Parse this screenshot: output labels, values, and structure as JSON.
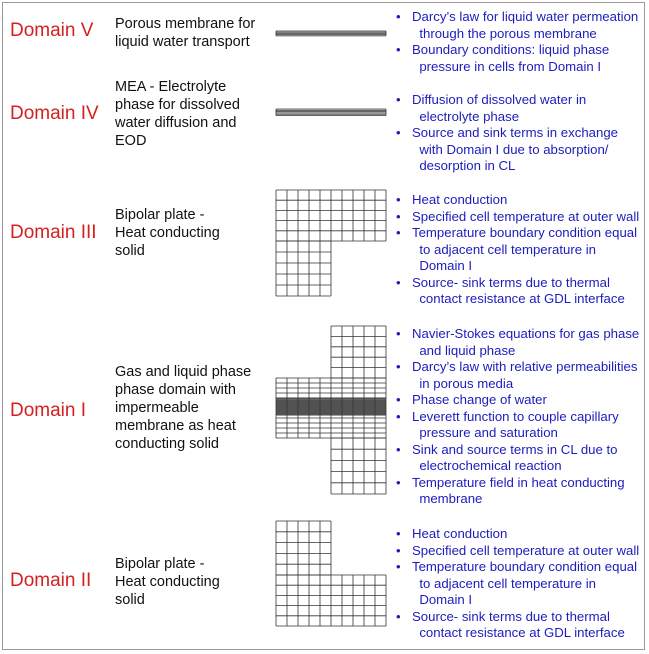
{
  "domains": [
    {
      "name": "Domain V",
      "description": [
        "Porous membrane for",
        "liquid water transport"
      ],
      "bullets": [
        "Darcy’s law for liquid water permeation\n  through the porous membrane",
        "Boundary conditions: liquid phase\n  pressure in cells from Domain I"
      ]
    },
    {
      "name": "Domain IV",
      "description": [
        "MEA - Electrolyte",
        "phase for dissolved",
        "water diffusion and",
        "EOD"
      ],
      "bullets": [
        "Diffusion of dissolved water in\n  electrolyte phase",
        "Source and sink terms in exchange\n  with Domain I due to absorption/\n  desorption in CL"
      ]
    },
    {
      "name": "Domain III",
      "description": [
        "Bipolar plate -",
        "Heat conducting",
        "solid"
      ],
      "bullets": [
        "Heat conduction",
        "Specified cell temperature at outer wall",
        "Temperature boundary condition equal\n  to adjacent cell temperature in\n  Domain I",
        "Source- sink terms due to thermal\n  contact resistance at GDL interface"
      ]
    },
    {
      "name": "Domain I",
      "description": [
        "Gas and liquid phase",
        "phase domain with",
        "impermeable",
        "membrane as heat",
        "conducting solid"
      ],
      "bullets": [
        "Navier-Stokes equations for gas phase\n  and liquid phase",
        "Darcy’s law with relative permeabilities\n  in porous media",
        "Phase change of water",
        "Leverett function to couple capillary\n  pressure and saturation",
        "Sink and source terms in CL due to\n  electrochemical reaction",
        "Temperature field in heat conducting\n  membrane"
      ]
    },
    {
      "name": "Domain II",
      "description": [
        "Bipolar plate -",
        "Heat conducting",
        "solid"
      ],
      "bullets": [
        "Heat conduction",
        "Specified cell temperature at outer wall",
        "Temperature boundary condition equal\n  to adjacent cell temperature in\n  Domain I",
        "Source- sink terms due to thermal\n  contact resistance at GDL interface"
      ]
    }
  ],
  "colors": {
    "domain_name": "#d42020",
    "description": "#111111",
    "bullets": "#1c1cbd",
    "grid": "#333333"
  }
}
